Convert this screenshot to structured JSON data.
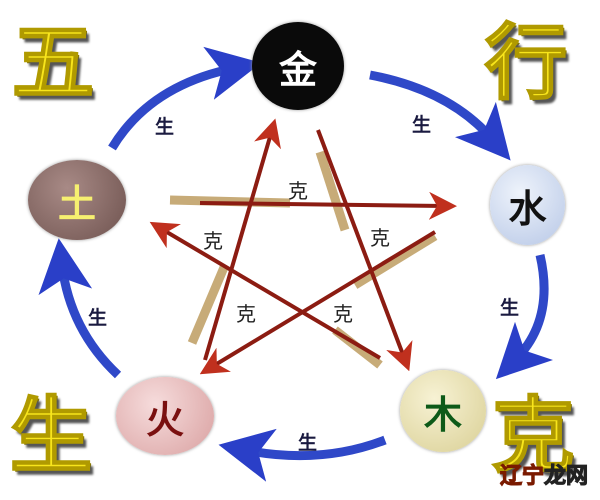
{
  "title_characters": {
    "top_left": "五",
    "top_right": "行",
    "bottom_left": "生",
    "bottom_right": "克"
  },
  "elements": [
    {
      "id": "metal",
      "label": "金",
      "fill": "#0a0a0a",
      "text_color": "#ffffff"
    },
    {
      "id": "water",
      "label": "水",
      "fill": "#c9d6ee",
      "text_color": "#111111"
    },
    {
      "id": "wood",
      "label": "木",
      "fill": "#e9e2b8",
      "text_color": "#0d5a18"
    },
    {
      "id": "fire",
      "label": "火",
      "fill": "#e8b8b8",
      "text_color": "#7a1010"
    },
    {
      "id": "earth",
      "label": "土",
      "fill": "#8c6e6a",
      "text_color": "#f6f070"
    }
  ],
  "generating_cycle": {
    "label": "生",
    "color": "#2a3fc8",
    "arrows": [
      {
        "from": "earth",
        "to": "metal",
        "label": "生"
      },
      {
        "from": "metal",
        "to": "water",
        "label": "生"
      },
      {
        "from": "water",
        "to": "wood",
        "label": "生"
      },
      {
        "from": "wood",
        "to": "fire",
        "label": "生"
      },
      {
        "from": "fire",
        "to": "earth",
        "label": "生"
      }
    ]
  },
  "overcoming_cycle": {
    "label": "克",
    "color": "#9a1e14",
    "arrows": [
      {
        "from": "fire",
        "to": "metal",
        "label": "克"
      },
      {
        "from": "metal",
        "to": "wood",
        "label": "克"
      },
      {
        "from": "wood",
        "to": "earth",
        "label": "克"
      },
      {
        "from": "earth",
        "to": "water",
        "label": "克"
      },
      {
        "from": "water",
        "to": "fire",
        "label": "克"
      }
    ]
  },
  "watermark": {
    "part1": "辽宁",
    "part2": "龙网",
    "part1_color": "#e0401a",
    "part2_color": "#ffffff"
  }
}
